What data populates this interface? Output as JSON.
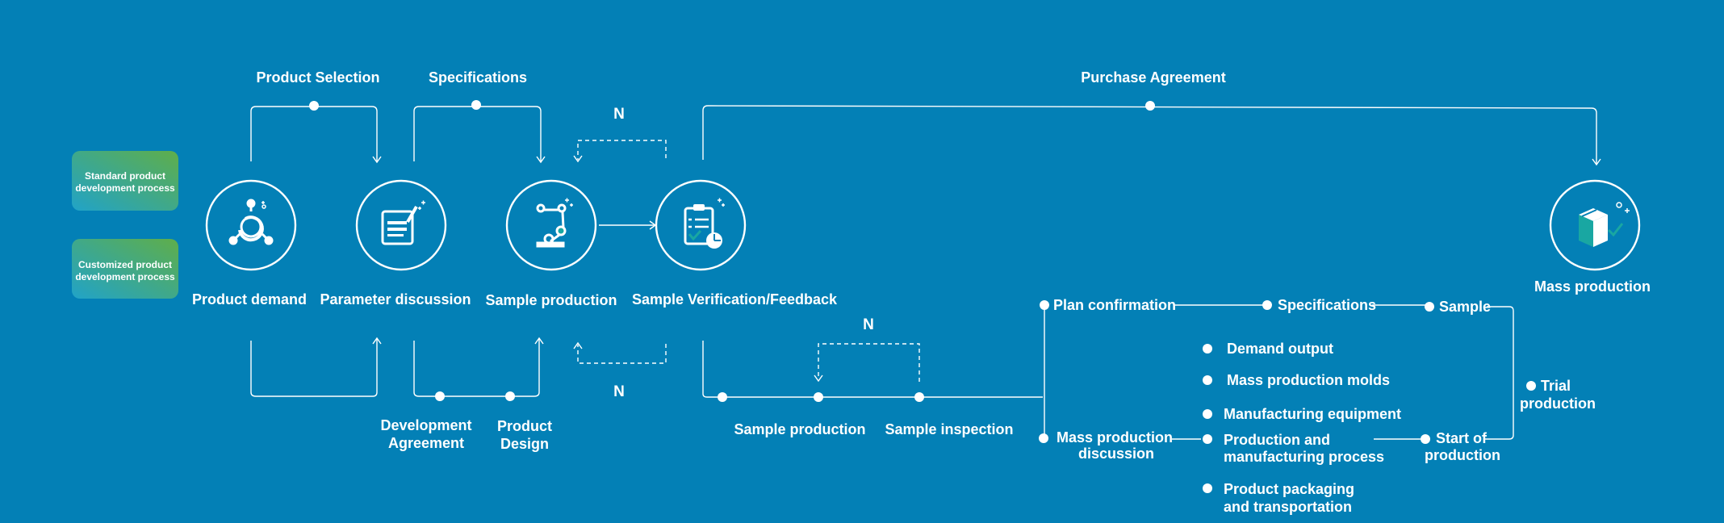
{
  "legend": {
    "standard": [
      "Standard product",
      "development process"
    ],
    "customized": [
      "Customized product",
      "development process"
    ]
  },
  "colors": {
    "background": "#0380b6",
    "legend_gradient_start": "#21a3c8",
    "legend_gradient_end": "#5fae4a",
    "line": "#ffffff",
    "icon_accent": "#19a7a2"
  },
  "top_labels": {
    "product_selection": "Product Selection",
    "specifications": "Specifications",
    "purchase_agreement": "Purchase Agreement",
    "n_top": "N"
  },
  "nodes": {
    "product_demand": {
      "label": "Product demand",
      "icon": "demand-icon"
    },
    "parameter_discussion": {
      "label": "Parameter discussion",
      "icon": "document-edit-icon"
    },
    "sample_production": {
      "label": "Sample production",
      "icon": "robot-arm-icon"
    },
    "sample_verification": {
      "label": "Sample Verification/Feedback",
      "icon": "clipboard-check-icon"
    },
    "mass_production": {
      "label": "Mass production",
      "icon": "box-icon"
    }
  },
  "bottom_left": {
    "development_agreement": [
      "Development",
      "Agreement"
    ],
    "product_design": [
      "Product",
      "Design"
    ],
    "n_bottom": "N"
  },
  "bottom_middle": {
    "n_label": "N",
    "sample_production": "Sample production",
    "sample_inspection": "Sample inspection"
  },
  "right_flow": {
    "plan_confirmation": "Plan confirmation",
    "specifications": "Specifications",
    "sample": "Sample",
    "trial_production": [
      "Trial",
      "production"
    ],
    "demand_output": "Demand output",
    "mass_production_molds": "Mass production molds",
    "manufacturing_equipment": "Manufacturing equipment",
    "production_process": [
      "Production and",
      "manufacturing process"
    ],
    "packaging": [
      "Product packaging",
      "and transportation"
    ],
    "mass_production_discussion": [
      "Mass production",
      "discussion"
    ],
    "start_of_production": [
      "Start of",
      "production"
    ]
  }
}
